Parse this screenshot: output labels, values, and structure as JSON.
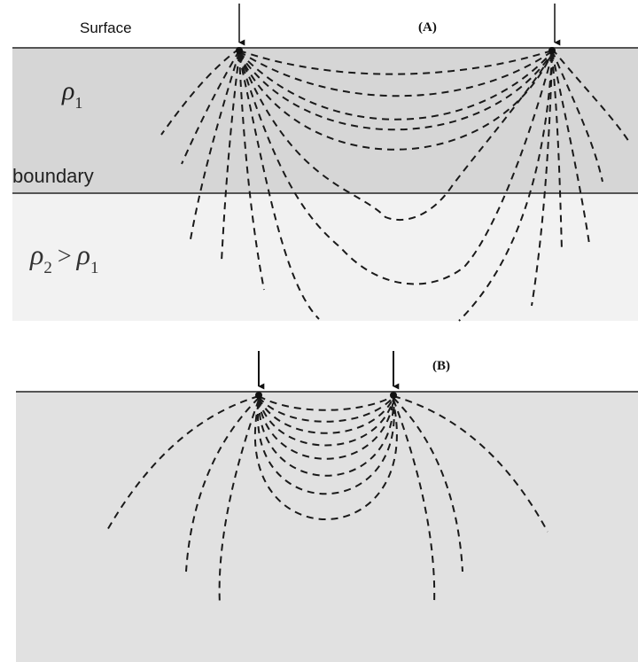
{
  "panel_a": {
    "surface_label": "Surface",
    "title": "(A)",
    "rho1_base": "ρ",
    "rho1_sub": "1",
    "boundary_label": "boundary",
    "rho2_base": "ρ",
    "rho2_sub": "2",
    "comparator": ">",
    "rho_ref_base": "ρ",
    "rho_ref_sub": "1"
  },
  "panel_b": {
    "title": "(B)"
  },
  "colors": {
    "upper_layer": "#d6d6d6",
    "lower_layer": "#f2f2f2",
    "panel_b_fill": "#e1e1e1",
    "field_lines": "#1a1a1a"
  }
}
